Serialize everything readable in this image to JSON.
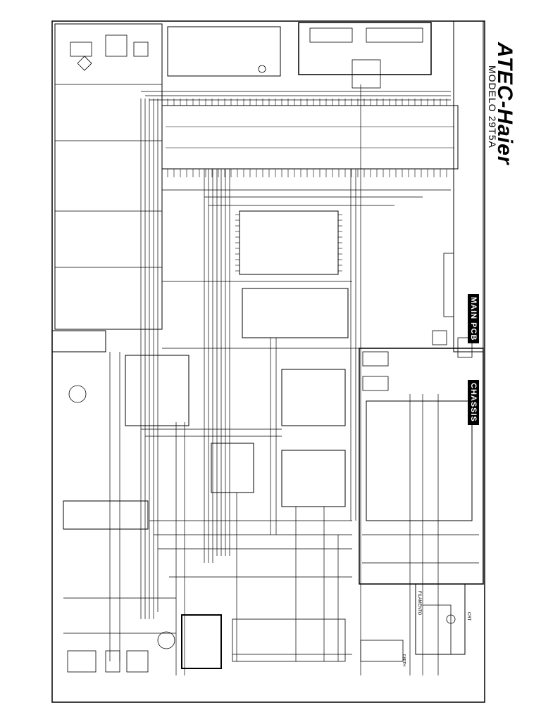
{
  "header": {
    "brand": "ATEC-Haier",
    "model": "MODELO 29T5A"
  },
  "boards": {
    "main": "MAIN PCB",
    "chassis": "CHASSIS"
  },
  "labels": {
    "crt": "CRT",
    "filament": "FILAMENTO",
    "earth": "EARTH"
  },
  "colors": {
    "ink": "#000000",
    "paper": "#ffffff"
  }
}
